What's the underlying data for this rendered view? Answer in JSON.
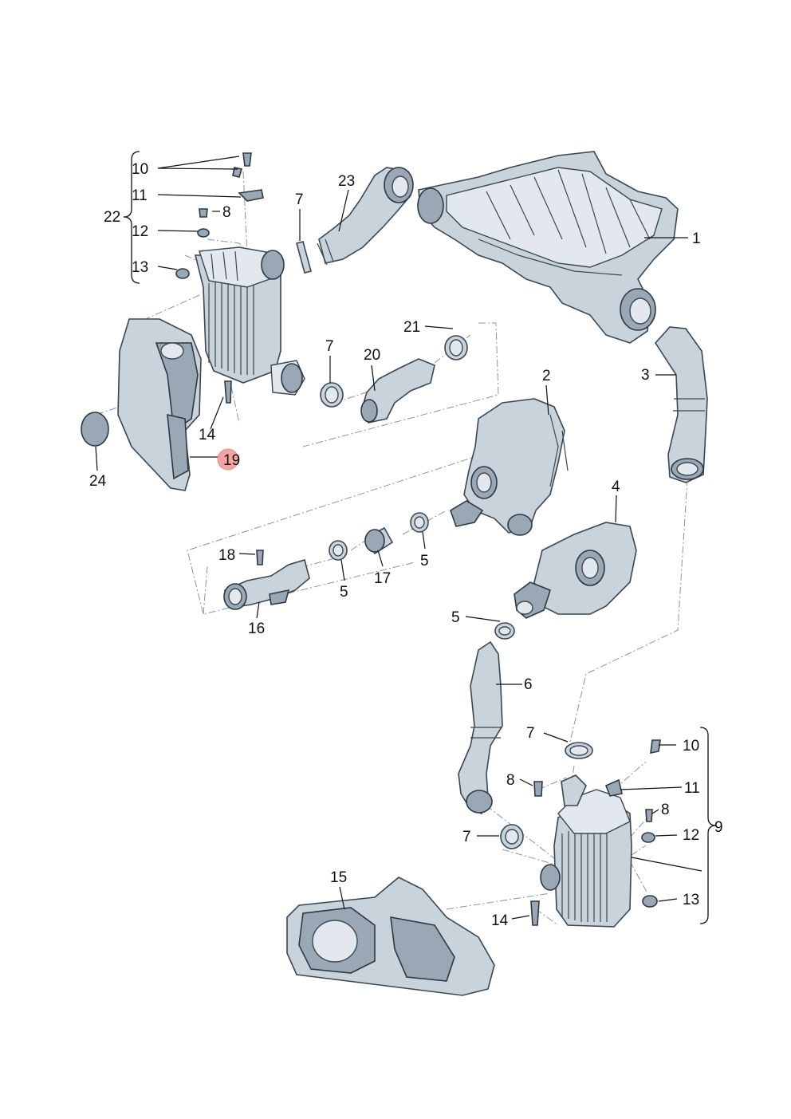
{
  "labels": {
    "l1": "1",
    "l2": "2",
    "l3": "3",
    "l4": "4",
    "l5a": "5",
    "l5b": "5",
    "l5c": "5",
    "l6": "6",
    "l7a": "7",
    "l7b": "7",
    "l7c": "7",
    "l7d": "7",
    "l8a": "8",
    "l8b": "8",
    "l8c": "8",
    "l9": "9",
    "l10a": "10",
    "l10b": "10",
    "l11a": "11",
    "l11b": "11",
    "l12a": "12",
    "l12b": "12",
    "l13a": "13",
    "l13b": "13",
    "l14a": "14",
    "l14b": "14",
    "l15": "15",
    "l16": "16",
    "l17": "17",
    "l18": "18",
    "l19": "19",
    "l20": "20",
    "l21": "21",
    "l22": "22",
    "l23": "23",
    "l24": "24"
  },
  "colors": {
    "part_fill": "#c9d3dc",
    "part_dark": "#9aa8b5",
    "highlight": "#f4a3a3"
  }
}
